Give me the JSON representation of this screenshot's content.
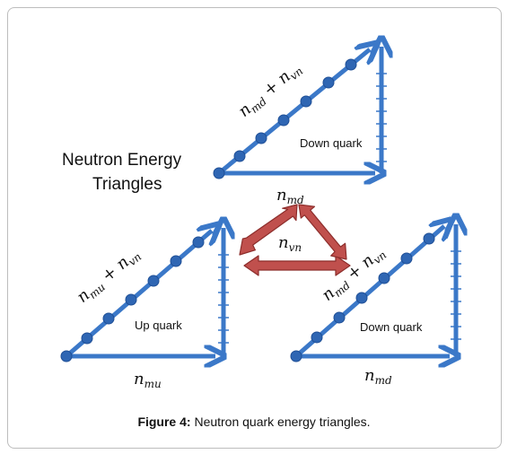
{
  "title": {
    "line1": "Neutron Energy",
    "line2": "Triangles"
  },
  "center_label": {
    "base": "n",
    "sub": "vn"
  },
  "triangles": [
    {
      "name": "top",
      "inner_label": "Down quark",
      "base_label": {
        "base": "n",
        "sub": "md"
      },
      "hyp_label": {
        "a_base": "n",
        "a_sub": "md",
        "op": " + ",
        "b_base": "n",
        "b_sub": "vn"
      }
    },
    {
      "name": "left",
      "inner_label": "Up quark",
      "base_label": {
        "base": "n",
        "sub": "mu"
      },
      "hyp_label": {
        "a_base": "n",
        "a_sub": "mu",
        "op": " + ",
        "b_base": "n",
        "b_sub": "vn"
      }
    },
    {
      "name": "right",
      "inner_label": "Down quark",
      "base_label": {
        "base": "n",
        "sub": "md"
      },
      "hyp_label": {
        "a_base": "n",
        "a_sub": "md",
        "op": " + ",
        "b_base": "n",
        "b_sub": "vn"
      }
    }
  ],
  "caption": {
    "bold": "Figure 4:",
    "text": " Neutron quark energy triangles."
  },
  "colors": {
    "line": "#3b78c8",
    "dot": "#2f66b3",
    "dot_stroke": "#1f4f96",
    "arrow": "#c0504d",
    "arrow_stroke": "#8c2d2b"
  }
}
